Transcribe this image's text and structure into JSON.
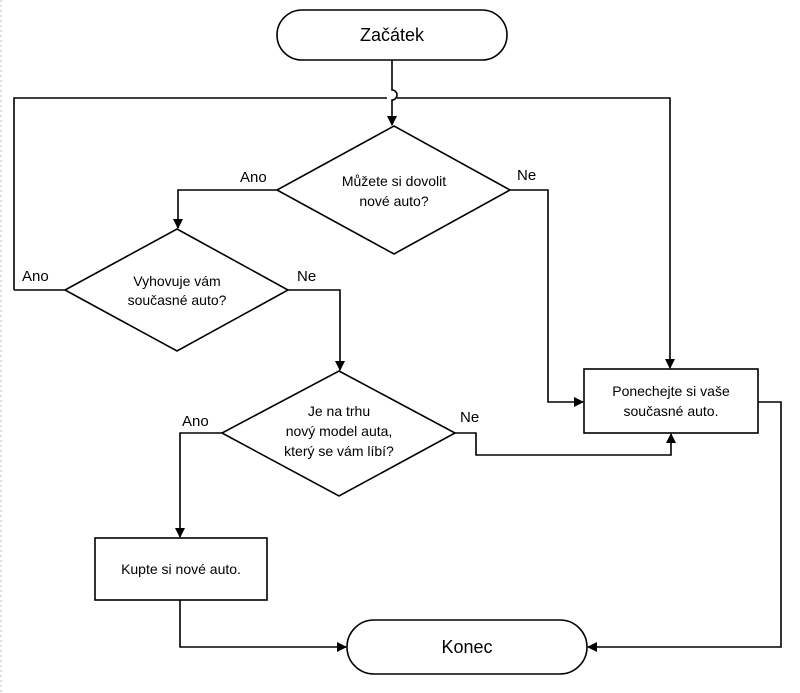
{
  "nodes": {
    "start": {
      "label": "Začátek"
    },
    "afford": {
      "line1": "Můžete si dovolit",
      "line2": "nové auto?"
    },
    "satisfied": {
      "line1": "Vyhovuje vám",
      "line2": "současné auto?"
    },
    "new_model": {
      "line1": "Je na trhu",
      "line2": "nový model auta,",
      "line3": "který se vám líbí?"
    },
    "keep": {
      "line1": "Ponechejte si vaše",
      "line2": "současné auto."
    },
    "buy": {
      "label": "Kupte si nové auto."
    },
    "end": {
      "label": "Konec"
    }
  },
  "edge_labels": {
    "afford_yes": "Ano",
    "afford_no": "Ne",
    "satisfied_yes": "Ano",
    "satisfied_no": "Ne",
    "new_model_yes": "Ano",
    "new_model_no": "Ne"
  }
}
